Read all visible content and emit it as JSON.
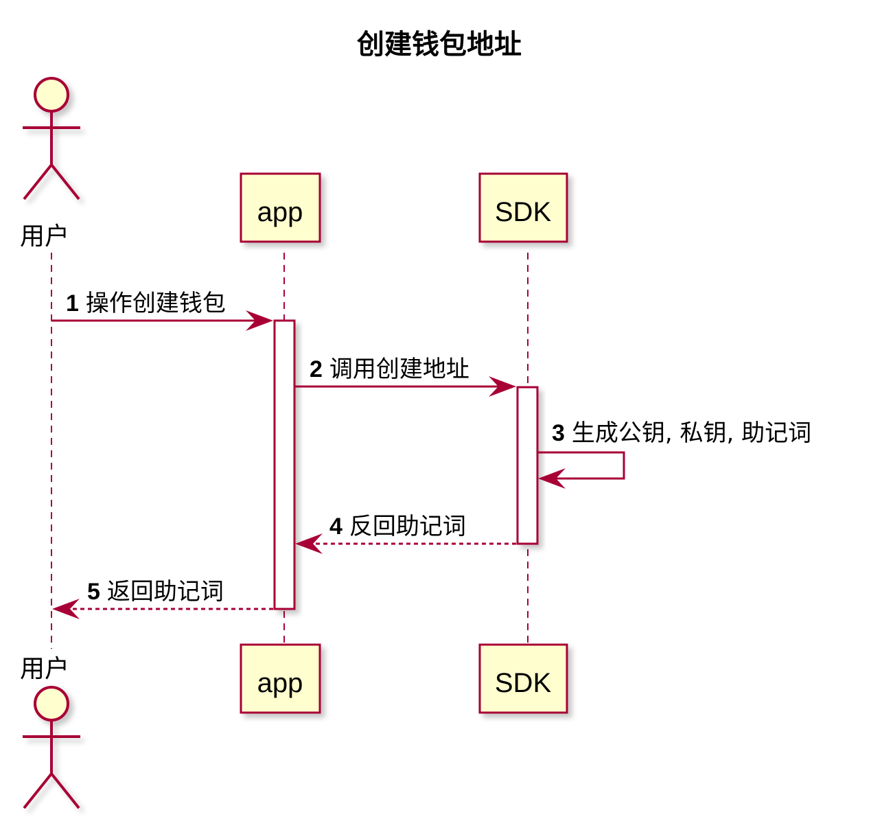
{
  "diagram": {
    "title": "创建钱包地址",
    "colors": {
      "line": "#A80036",
      "fill": "#FEFECE",
      "shadow": "#C8C8C8",
      "activation_fill": "#FFFFFF"
    },
    "participants": {
      "user": {
        "label": "用户",
        "kind": "actor",
        "icon": "actor-stick-figure-icon"
      },
      "app": {
        "label": "app",
        "kind": "participant"
      },
      "sdk": {
        "label": "SDK",
        "kind": "participant"
      }
    },
    "messages": [
      {
        "num": "1",
        "text": "操作创建钱包",
        "from": "user",
        "to": "app",
        "style": "solid"
      },
      {
        "num": "2",
        "text": "调用创建地址",
        "from": "app",
        "to": "sdk",
        "style": "solid"
      },
      {
        "num": "3",
        "text": "生成公钥, 私钥, 助记词",
        "from": "sdk",
        "to": "sdk",
        "style": "solid-self"
      },
      {
        "num": "4",
        "text": "反回助记词",
        "from": "sdk",
        "to": "app",
        "style": "dashed-return"
      },
      {
        "num": "5",
        "text": "返回助记词",
        "from": "app",
        "to": "user",
        "style": "dashed-return"
      }
    ]
  }
}
